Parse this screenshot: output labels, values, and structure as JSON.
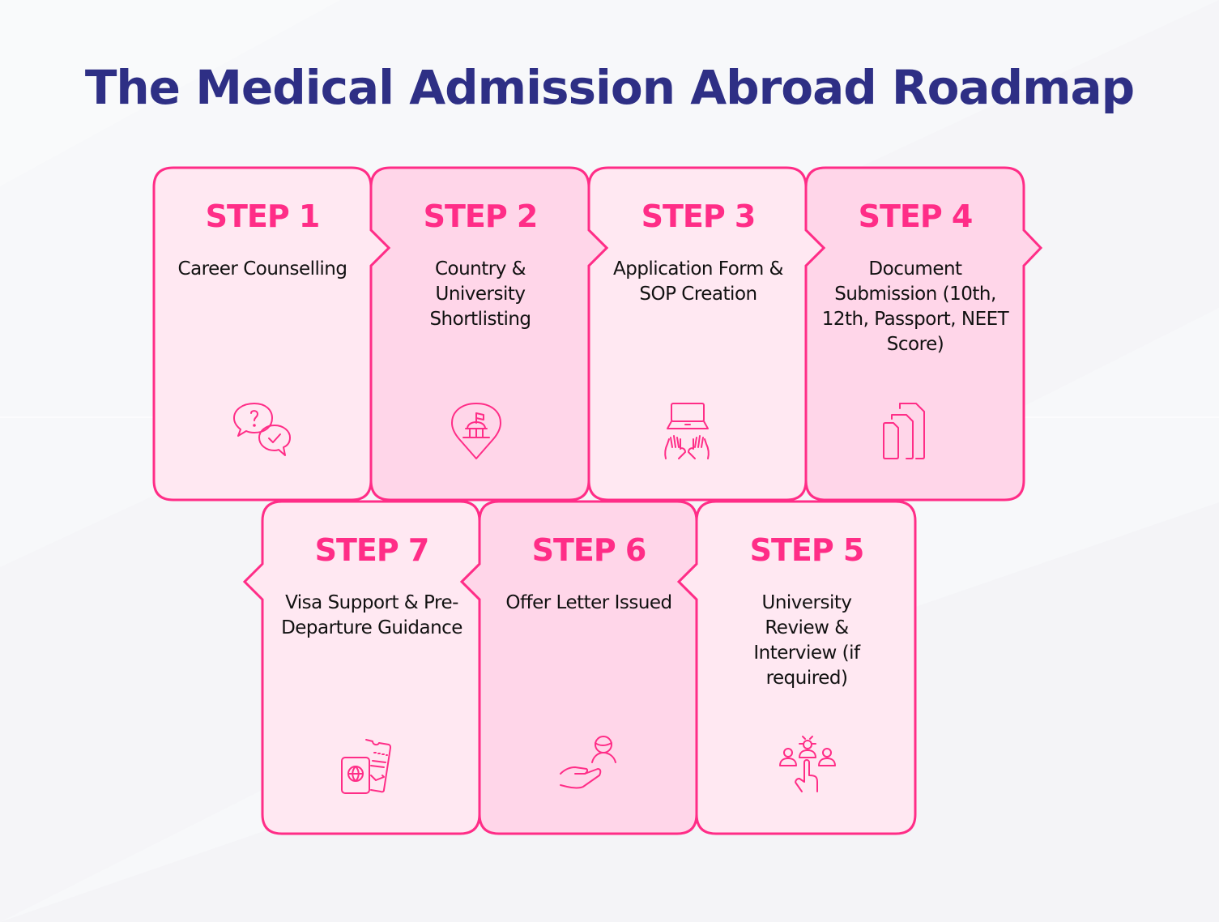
{
  "title": "The Medical Admission Abroad Roadmap",
  "colors": {
    "title": "#2e2f85",
    "accent": "#ff2d87",
    "card_light": "#ffe8f2",
    "card_dark": "#ffd6e9",
    "background": "#f7f8fa"
  },
  "steps": [
    {
      "label": "STEP 1",
      "text": "Career Counselling",
      "icon": "chat-question-check-icon"
    },
    {
      "label": "STEP 2",
      "text": "Country & University Shortlisting",
      "icon": "university-location-pin-icon"
    },
    {
      "label": "STEP 3",
      "text": "Application Form & SOP Creation",
      "icon": "laptop-typing-hands-icon"
    },
    {
      "label": "STEP 4",
      "text": "Document Submission (10th, 12th, Passport, NEET Score)",
      "icon": "stacked-documents-icon"
    },
    {
      "label": "STEP 5",
      "text": "University Review & Interview (if required)",
      "icon": "group-selection-icon"
    },
    {
      "label": "STEP 6",
      "text": "Offer Letter Issued",
      "icon": "hand-offer-person-icon"
    },
    {
      "label": "STEP 7",
      "text": "Visa Support & Pre-Departure Guidance",
      "icon": "passport-ticket-icon"
    }
  ]
}
